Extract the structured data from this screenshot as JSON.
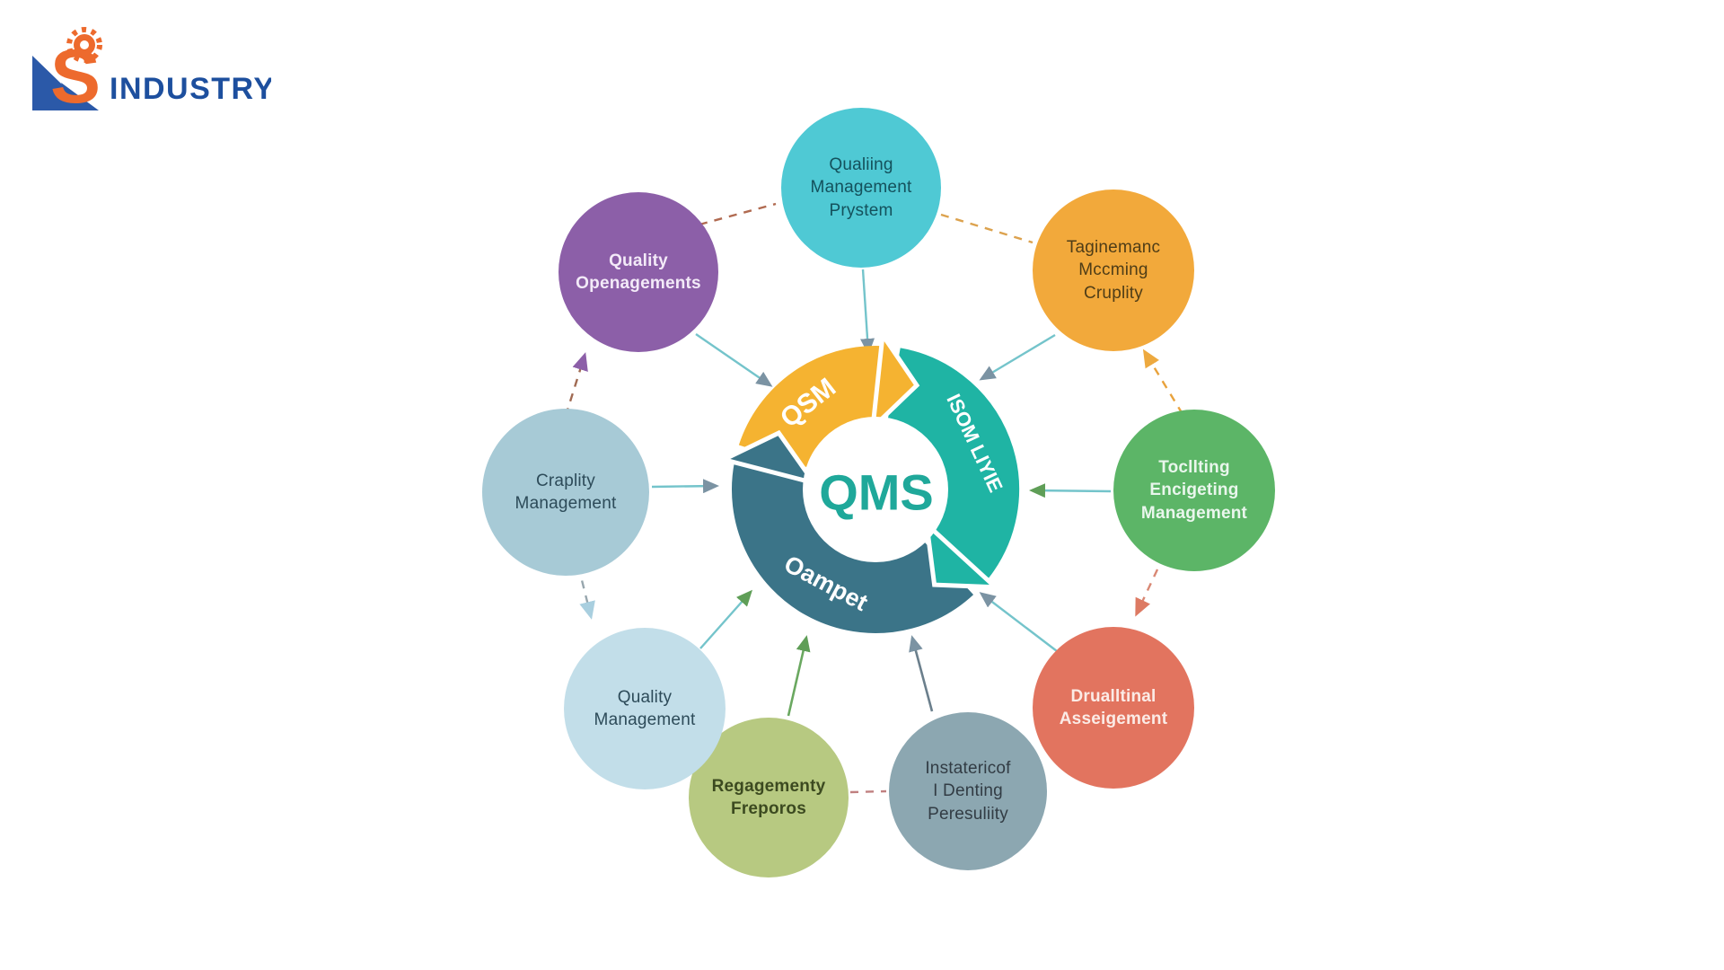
{
  "logo": {
    "brand": "INDUSTRY",
    "mark_letter": "S",
    "brand_color": "#1D4F9E",
    "mark_orange": "#ED6A2D",
    "mark_blue": "#2B59A8"
  },
  "center": {
    "label": "QMS",
    "label_color": "#1FA89A",
    "segments": [
      {
        "label": "QSM",
        "color": "#F5B331"
      },
      {
        "label": "ISOM LIYIE",
        "color": "#1FB4A4"
      },
      {
        "label": "Oampet",
        "color": "#3B7488"
      }
    ]
  },
  "nodes": [
    {
      "id": "quality-management-system",
      "label": "Qualiing\nManagement\nPrystem",
      "color": "#4FC9D4",
      "text_color": "#14515C"
    },
    {
      "id": "management-meeting-quality",
      "label": "Taginemanc\nMccming\nCruplity",
      "color": "#F2A93B",
      "text_color": "#4F3D17"
    },
    {
      "id": "tooling-engineering-management",
      "label": "Tocllting\nEncigeting\nManagement",
      "color": "#5CB567",
      "text_color": "#E9F6EC"
    },
    {
      "id": "dual-final-assessment",
      "label": "Drualltinal\nAsseigement",
      "color": "#E2745F",
      "text_color": "#FBEBE6"
    },
    {
      "id": "identifying-responsibility",
      "label": "Instatericof\nI Denting\nPeresuliity",
      "color": "#8CA7B1",
      "text_color": "#323C44"
    },
    {
      "id": "regulatory-reports",
      "label": "Regagementy\nFreporos",
      "color": "#B7C981",
      "text_color": "#3C4A20"
    },
    {
      "id": "quality-management",
      "label": "Quality\nManagement",
      "color": "#C2DEE9",
      "text_color": "#2D4B59"
    },
    {
      "id": "capability-management",
      "label": "Craplity\nManagement",
      "color": "#A7CAD6",
      "text_color": "#2D4B59"
    },
    {
      "id": "quality-openagements",
      "label": "Quality\nOpenagements",
      "color": "#8C5FA8",
      "text_color": "#F3EAF8"
    }
  ]
}
